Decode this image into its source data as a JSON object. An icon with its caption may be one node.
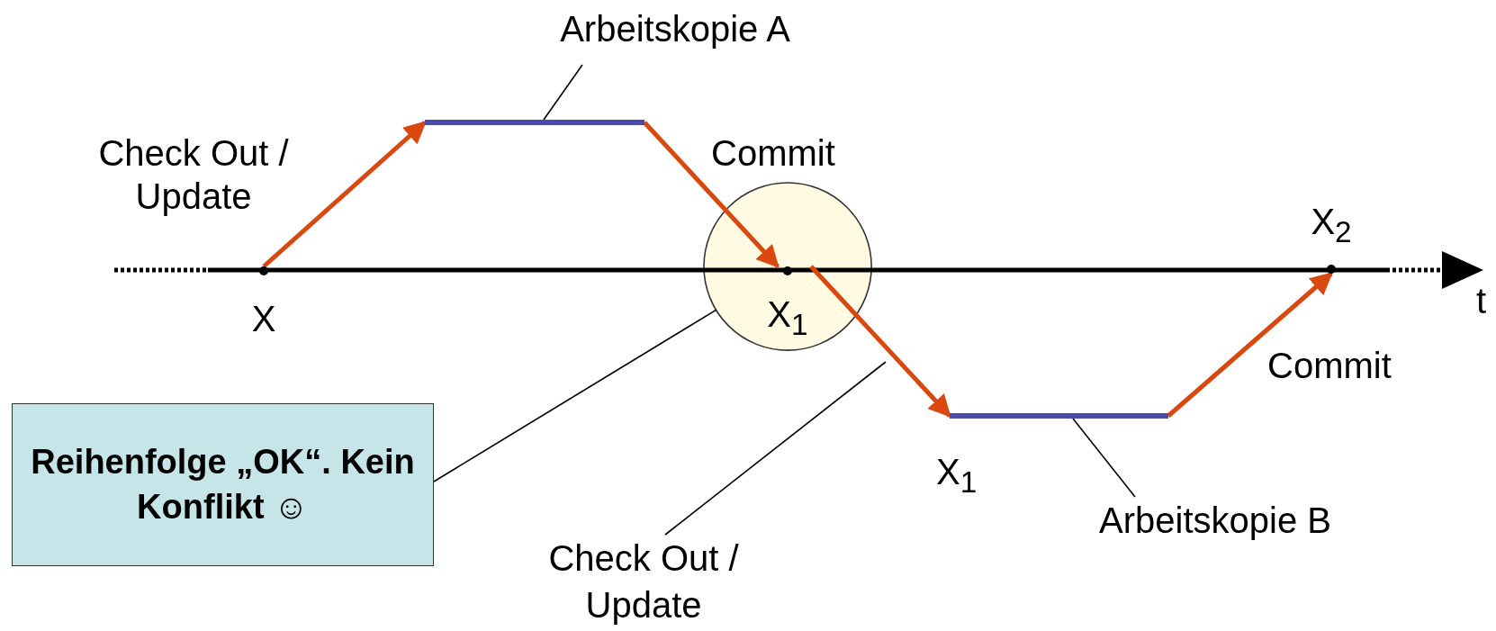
{
  "diagram": {
    "nodes": [
      {
        "text": [
          "X"
        ]
      },
      {
        "text": [],
        "shape": "bar"
      },
      {
        "text": [
          "Arbeitskopie A"
        ]
      },
      {
        "text": [],
        "shape": "circle"
      },
      {
        "text": [
          "X$_{1}$"
        ],
        "in": 3
      },
      {
        "text": [
          "Reihenfolge „OK“. Kein Konflikt ☺"
        ]
      },
      {
        "text": [
          "Check Out / Update"
        ]
      },
      {
        "text": [],
        "shape": "bar",
        "beside": [
          "X$_{1}$"
        ]
      },
      {
        "text": [
          "Arbeitskopie B"
        ]
      },
      {
        "text": [
          "X$_{2}$"
        ]
      }
    ],
    "edges": [
      {
        "from": 0,
        "to": 1,
        "arrow": "to",
        "label": "Check Out / Update",
        "style": "thick"
      },
      {
        "from": 1,
        "to": 4,
        "arrow": "to",
        "label": "Commit",
        "style": "thick"
      },
      {
        "from": 4,
        "to": 7,
        "arrow": "to",
        "style": "thick"
      },
      {
        "from": 7,
        "to": 9,
        "arrow": "to",
        "label": "Commit",
        "style": "thick"
      },
      {
        "from": 2,
        "to": 1,
        "arrow": "none",
        "color": "#000000"
      },
      {
        "from": 5,
        "to": 3,
        "arrow": "none",
        "color": "#000000"
      },
      {
        "from": 6,
        "to": null,
        "arrow": "none",
        "color": "#000000"
      },
      {
        "from": 8,
        "to": 7,
        "arrow": "none",
        "color": "#000000"
      }
    ],
    "labels": [
      "t"
    ]
  }
}
